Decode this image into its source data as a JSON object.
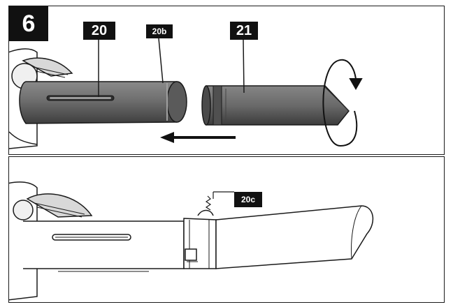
{
  "step": "6",
  "top_panel": {
    "labels": {
      "tube": "20",
      "tube_end": "20b",
      "nozzle": "21"
    }
  },
  "bottom_panel": {
    "labels": {
      "latch": "20c"
    }
  },
  "colors": {
    "tube_fill": "#6e6e6e",
    "tube_dark": "#3f3f3f",
    "outline": "#1a1a1a",
    "frame": "#1a1a1a",
    "label_bg": "#111111"
  },
  "icons": {
    "arrow": "left-arrow-icon",
    "rotation": "rotate-arrow-icon"
  }
}
